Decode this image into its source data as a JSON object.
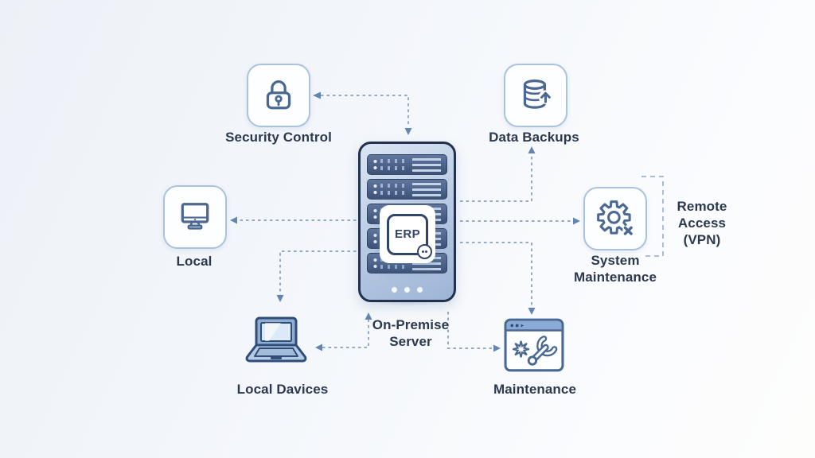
{
  "nodes": {
    "security_control": {
      "label": "Security Control",
      "icon": "lock-icon"
    },
    "data_backups": {
      "label": "Data Backups",
      "icon": "database-backup-icon"
    },
    "local": {
      "label": "Local",
      "icon": "monitor-icon"
    },
    "system_maintenance": {
      "label": "System Maintenance",
      "icon": "gear-icon"
    },
    "local_devices": {
      "label": "Local Davices",
      "icon": "laptop-icon"
    },
    "maintenance": {
      "label": "Maintenance",
      "icon": "wrench-window-icon"
    },
    "server": {
      "label": "On-Premise Server",
      "badge": "ERP",
      "icon": "server-rack-icon"
    },
    "remote_access": {
      "label": "Remote Access (VPN)"
    }
  },
  "connections": [
    {
      "from": "on-premise-server",
      "to": "security-control",
      "style": "dashed-elbow-two-arrows"
    },
    {
      "from": "on-premise-server",
      "to": "data-backups",
      "style": "dashed-elbow-arrow-up"
    },
    {
      "from": "on-premise-server",
      "to": "system-maintenance",
      "style": "dashed-arrow-right"
    },
    {
      "from": "on-premise-server",
      "to": "local",
      "style": "dashed-arrow-left"
    },
    {
      "from": "on-premise-server",
      "to": "local-devices",
      "style": "dashed-elbow-arrow-down"
    },
    {
      "from": "on-premise-server",
      "to": "maintenance",
      "style": "dashed-elbow-arrow-down"
    },
    {
      "from": "local-devices",
      "to": "on-premise-server",
      "style": "dashed-elbow-two-arrows"
    },
    {
      "from": "on-premise-server",
      "to": "maintenance",
      "style": "dashed-elbow-arrow-right"
    },
    {
      "from": "system-maintenance",
      "to": "remote-access-vpn",
      "style": "dashed-bracket"
    }
  ],
  "colors": {
    "background": "#f2f5fa",
    "box_border": "#a9c3de",
    "icon_stroke": "#4a6892",
    "connector": "#94aac9",
    "arrowhead": "#6285b2",
    "label_text": "#2b3950",
    "server_border": "#22314e",
    "server_fill": "#b6c9e2",
    "rack_fill": "#46597c",
    "erp_text": "#31456b"
  }
}
